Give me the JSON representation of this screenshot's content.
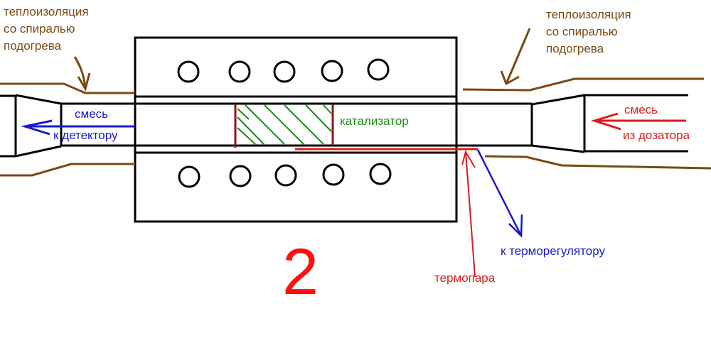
{
  "labels": {
    "insulation_left": [
      "теплоизоляция",
      "со спиралью",
      "подогрева"
    ],
    "insulation_right": [
      "теплоизоляция",
      "со спиралью",
      "подогрева"
    ],
    "mix_out": [
      "смесь",
      "к детектору"
    ],
    "mix_in": [
      "смесь",
      "из дозатора"
    ],
    "catalyst": "катализатор",
    "thermoregulator": "к терморегулятору",
    "thermocouple": "термопара",
    "figure_number": "2"
  },
  "colors": {
    "insulation": "#7a4a14",
    "outlet": "#1a1acc",
    "inlet": "#dd1a1a",
    "catalyst": "#1a8a1a",
    "catalyst_border": "#8b1a1a"
  }
}
